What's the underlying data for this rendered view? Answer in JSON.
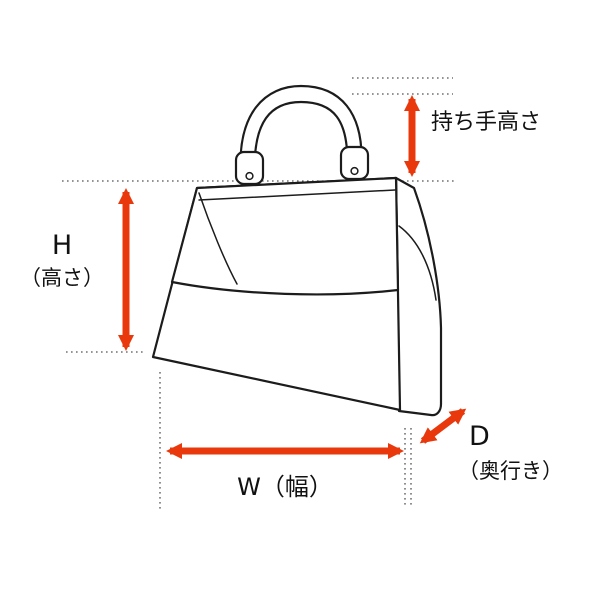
{
  "illustration": "handbag-line-drawing",
  "labels": {
    "handle_height": "持ち手高さ",
    "height_letter": "H",
    "height_caption": "（高さ）",
    "width": "W（幅）",
    "depth_letter": "D",
    "depth_caption": "（奥行き）"
  },
  "colors": {
    "arrow": "#e8380c",
    "line": "#1c1c1c",
    "guide": "#555555",
    "background": "#ffffff"
  }
}
